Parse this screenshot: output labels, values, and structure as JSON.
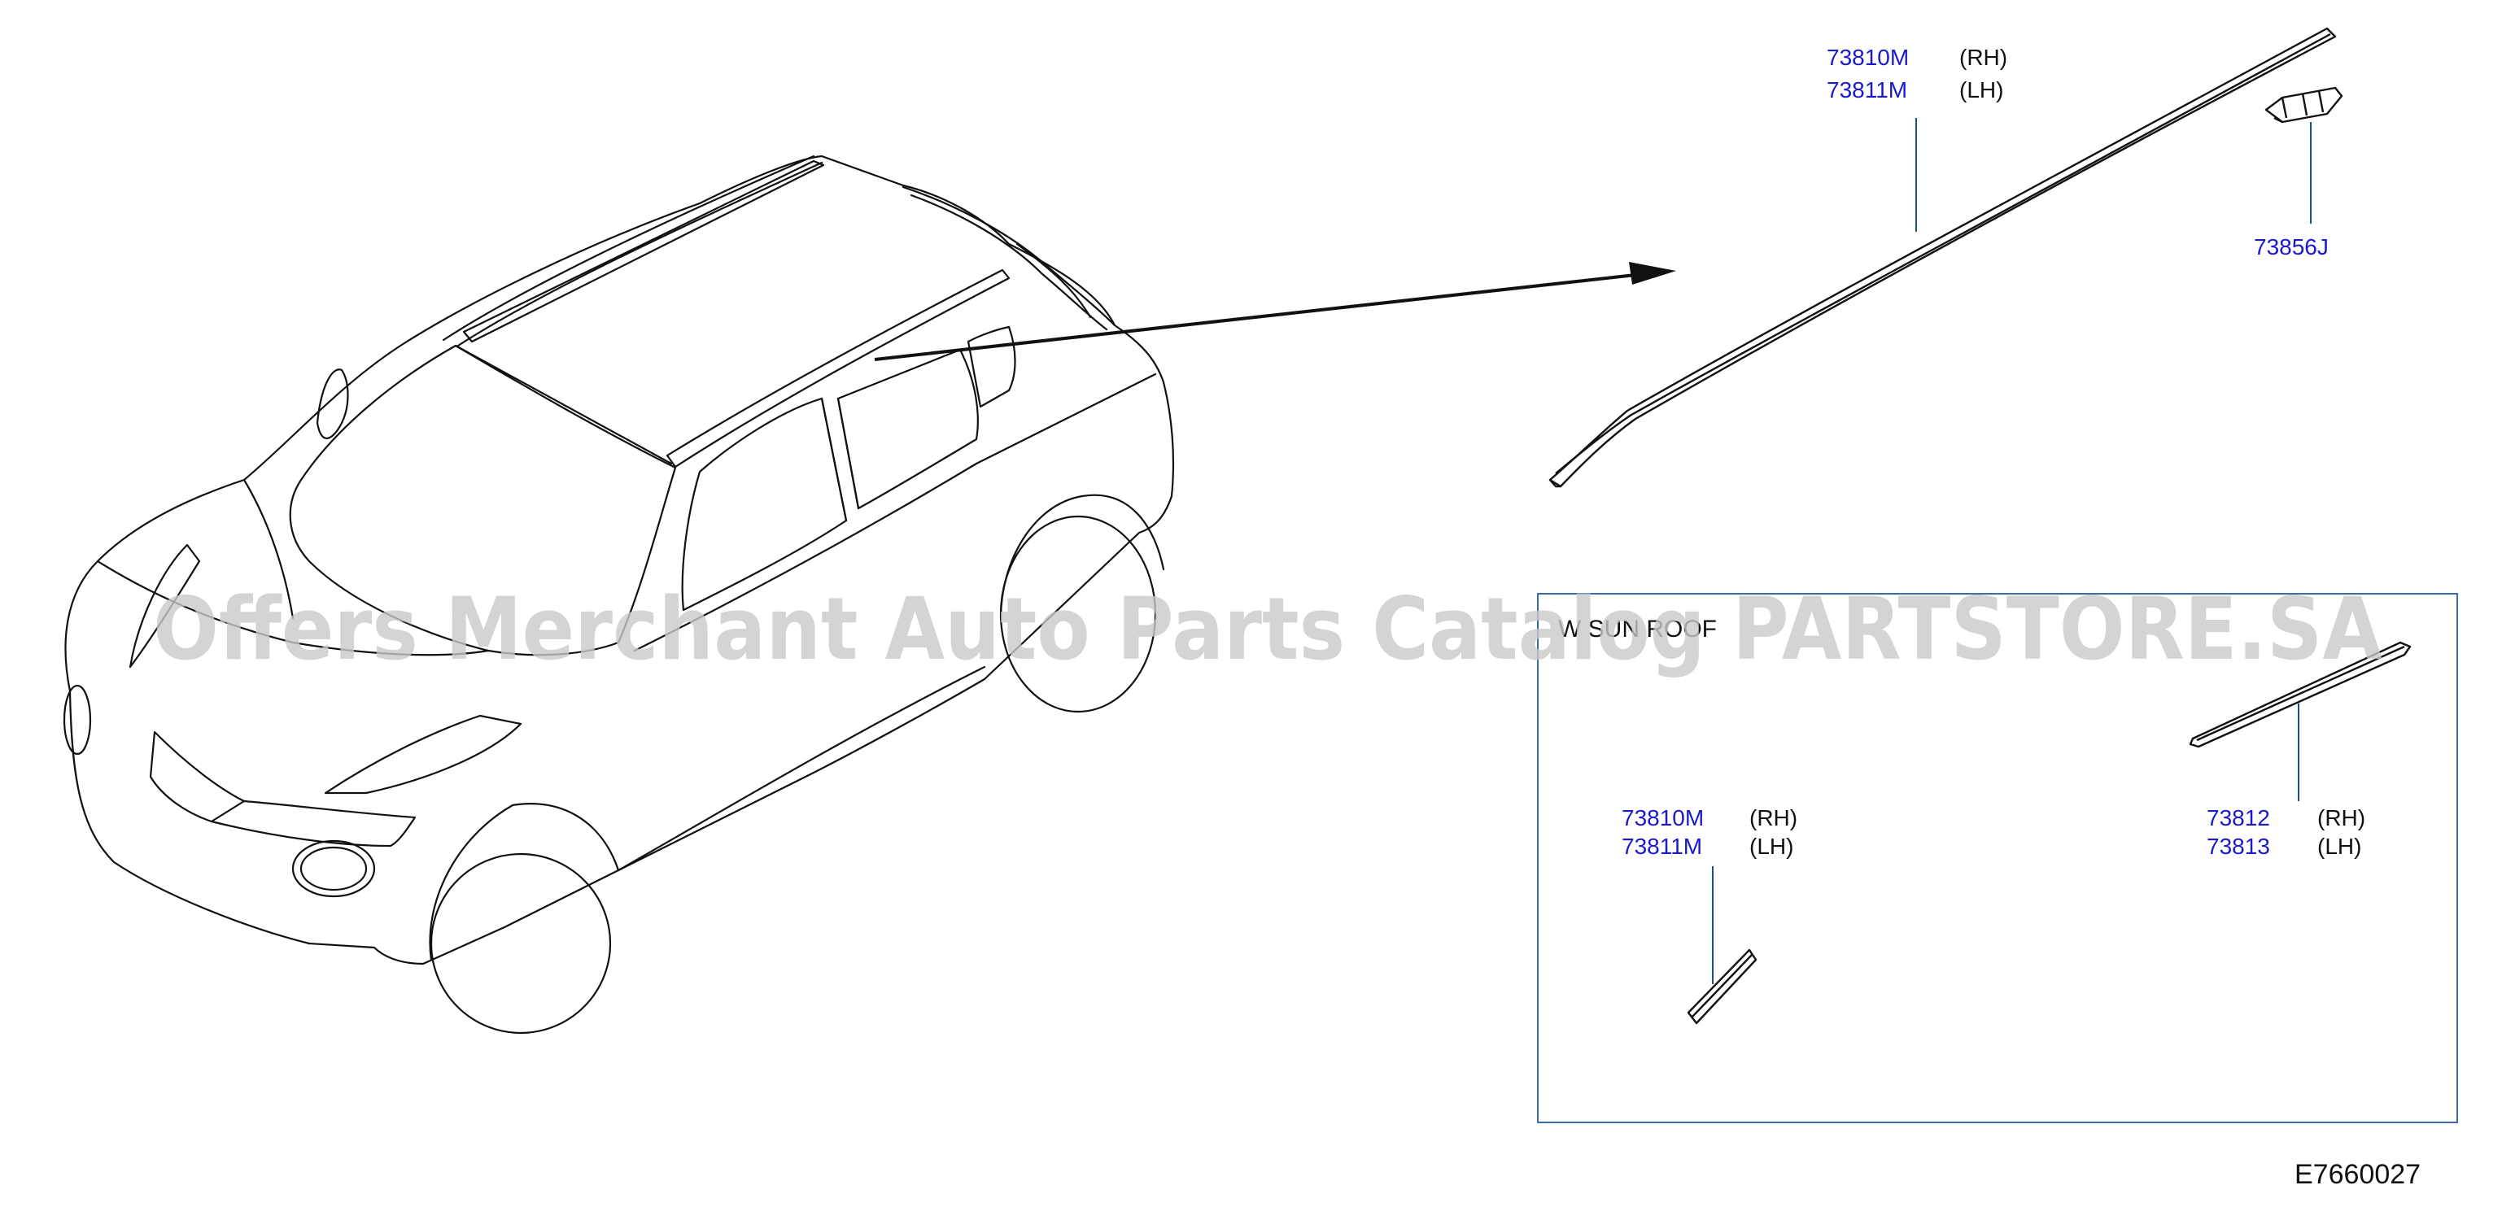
{
  "callouts": {
    "roof_rail_main": {
      "code_rh": "73810M",
      "side_rh": "(RH)",
      "code_lh": "73811M",
      "side_lh": "(LH)"
    },
    "end_cap": {
      "code": "73856J"
    },
    "inset_rail": {
      "code_rh": "73810M",
      "side_rh": "(RH)",
      "code_lh": "73811M",
      "side_lh": "(LH)"
    },
    "inset_molding": {
      "code_rh": "73812",
      "side_rh": "(RH)",
      "code_lh": "73813",
      "side_lh": "(LH)"
    }
  },
  "inset": {
    "label": "W SUN ROOF"
  },
  "diagram_id": "E7660027",
  "watermark": "Offers Merchant Auto Parts Catalog PARTSTORE.SA",
  "colors": {
    "part_code": "#1a1acc",
    "leader": "#1a4f8a",
    "inset_frame": "#3a6aa8",
    "watermark": "#c9c9c9"
  }
}
